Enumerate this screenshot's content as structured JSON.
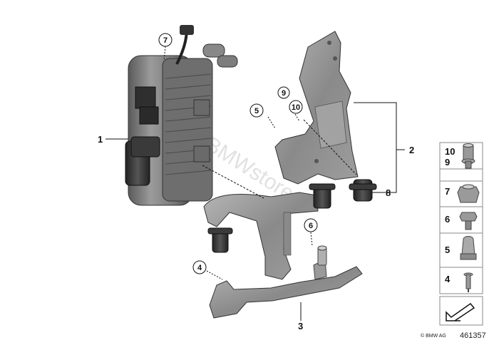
{
  "diagram": {
    "callouts": [
      "1",
      "2",
      "3",
      "4",
      "5",
      "6",
      "7",
      "8",
      "9",
      "10"
    ],
    "legend": [
      {
        "num": "10",
        "icon": "sleeve-icon"
      },
      {
        "num": "9",
        "icon": "rivet-nut-icon"
      },
      {
        "num": "7",
        "icon": "hex-nut-icon"
      },
      {
        "num": "6",
        "icon": "hex-bolt-icon"
      },
      {
        "num": "5",
        "icon": "clip-nut-icon"
      },
      {
        "num": "4",
        "icon": "blind-rivet-icon"
      }
    ],
    "watermark": "www.BMWstore.pl",
    "footer_copyright": "© BMW AG",
    "footer_number": "461357"
  }
}
